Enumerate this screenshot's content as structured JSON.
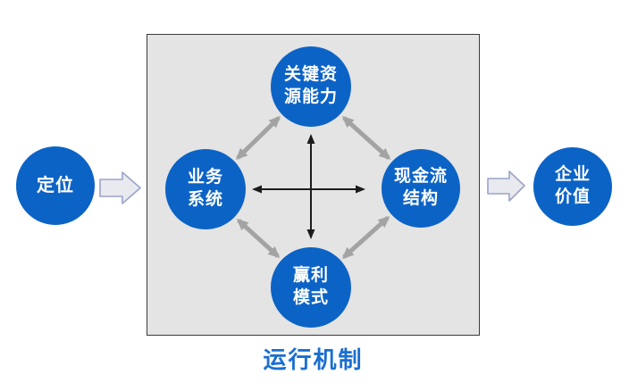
{
  "diagram": {
    "caption": "运行机制",
    "nodes": [
      {
        "id": "positioning",
        "label": "定位"
      },
      {
        "id": "business-system",
        "label": "业务\n系统"
      },
      {
        "id": "key-resource-capability",
        "label": "关键资\n源能力"
      },
      {
        "id": "cash-flow-structure",
        "label": "现金流\n结构"
      },
      {
        "id": "profit-model",
        "label": "赢利\n模式"
      },
      {
        "id": "enterprise-value",
        "label": "企业\n价值"
      }
    ],
    "connections": [
      {
        "from": "业务系统",
        "to": "关键资源能力",
        "style": "gray-double-arrow"
      },
      {
        "from": "关键资源能力",
        "to": "现金流结构",
        "style": "gray-double-arrow"
      },
      {
        "from": "业务系统",
        "to": "赢利模式",
        "style": "gray-double-arrow"
      },
      {
        "from": "赢利模式",
        "to": "现金流结构",
        "style": "gray-double-arrow"
      },
      {
        "from": "业务系统",
        "to": "现金流结构",
        "style": "black-double-arrow"
      },
      {
        "from": "关键资源能力",
        "to": "赢利模式",
        "style": "black-double-arrow"
      },
      {
        "from": "定位",
        "to": "运行机制",
        "style": "block-arrow-right"
      },
      {
        "from": "运行机制",
        "to": "企业价值",
        "style": "block-arrow-right"
      }
    ]
  },
  "colors": {
    "node_fill": "#0c63c6",
    "node_text": "#ffffff",
    "caption_color": "#1a6fd0",
    "box_fill": "#e4e4e4",
    "box_border": "#3a3a3a",
    "connector_gray": "#a3a3a3",
    "connector_black": "#1c1c1c",
    "flow_fill": "#e9eaef",
    "flow_stroke": "#9aa4c8",
    "canvas_bg": "#ffffff"
  }
}
